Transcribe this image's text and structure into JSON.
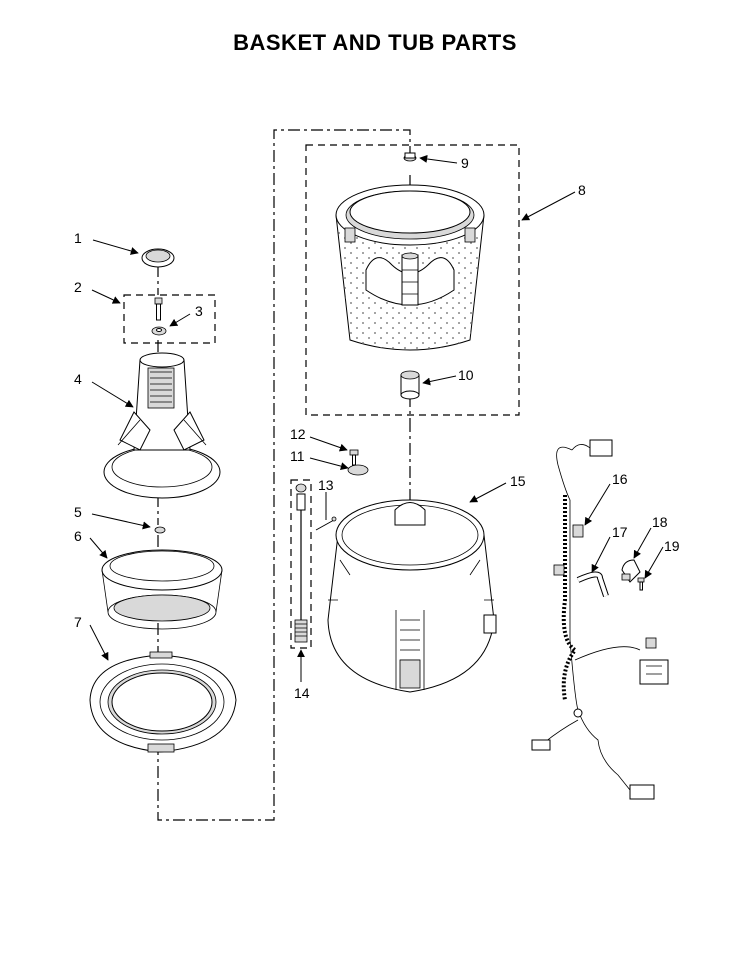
{
  "title": "BASKET AND TUB PARTS",
  "callouts": [
    "1",
    "2",
    "3",
    "4",
    "5",
    "6",
    "7",
    "8",
    "9",
    "10",
    "11",
    "12",
    "13",
    "14",
    "15",
    "16",
    "17",
    "18",
    "19"
  ]
}
